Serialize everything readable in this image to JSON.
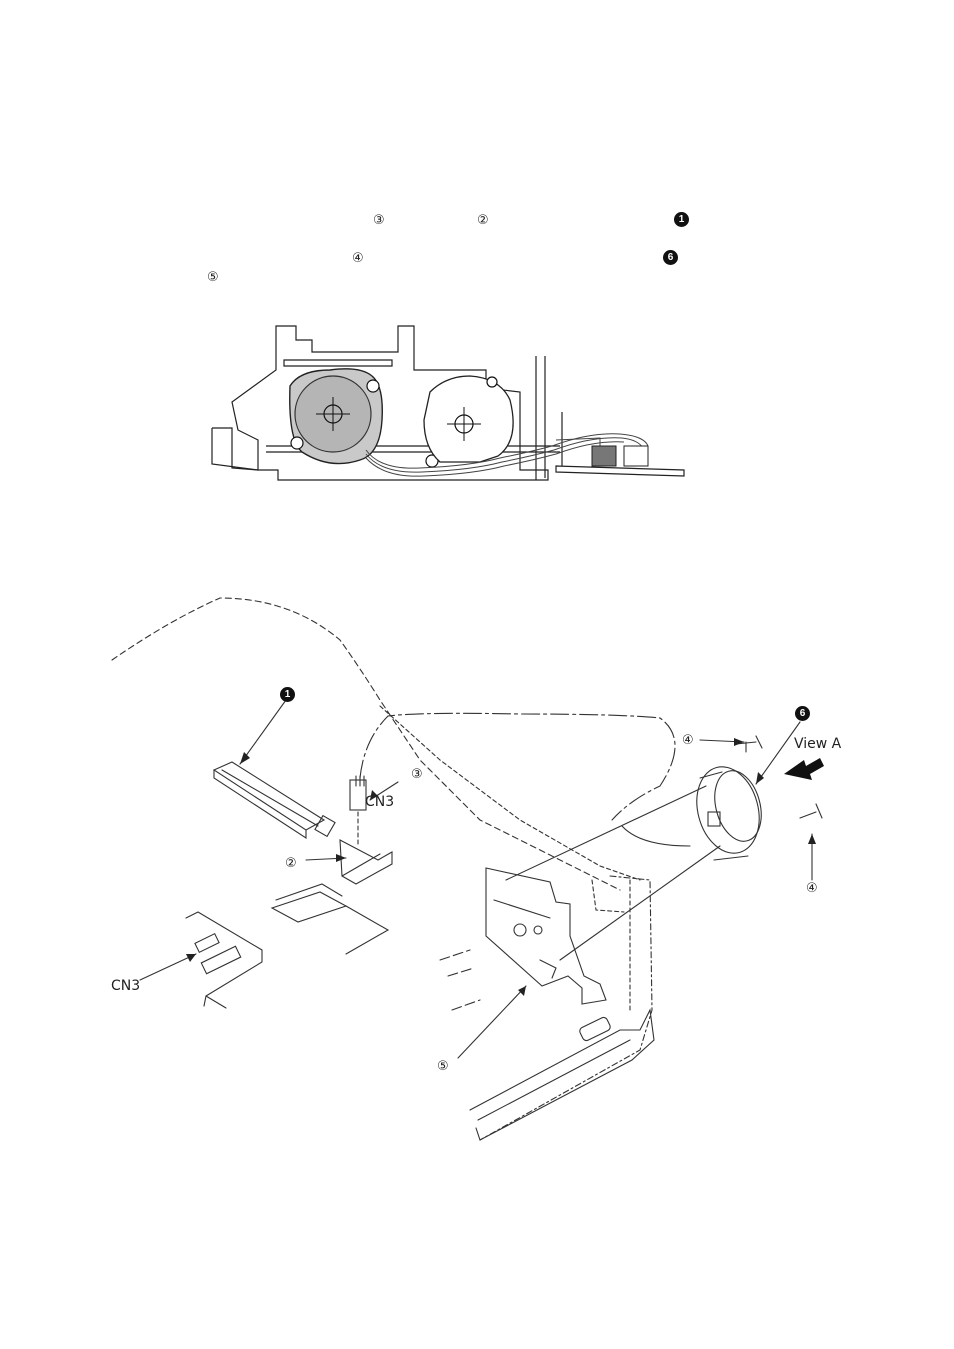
{
  "instructions": {
    "line1_marks": [
      "③",
      "②",
      "1"
    ],
    "line2_marks": [
      "④",
      "6"
    ],
    "line3_marks": [
      "⑤"
    ]
  },
  "photo": {
    "alt": "Top view of mechanism showing two stepping motors and wiring"
  },
  "diagram": {
    "callouts": {
      "part1": "1",
      "part2": "②",
      "part3": "③",
      "part4_top": "④",
      "part4_bottom": "④",
      "part5": "⑤",
      "part6": "6"
    },
    "labels": {
      "cn3_connector": "CN3",
      "cn3_board": "CN3",
      "view_a": "View A"
    }
  }
}
